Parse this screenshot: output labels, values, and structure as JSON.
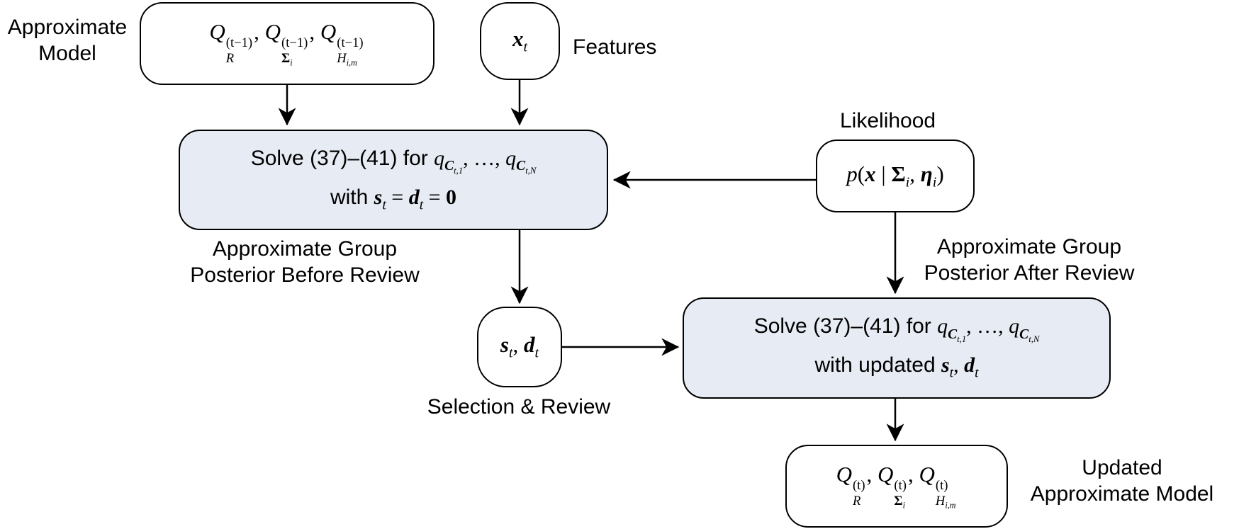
{
  "colors": {
    "background": "#ffffff",
    "text": "#000000",
    "box_border": "#000000",
    "shaded_box_fill": "#e7ebf3"
  },
  "labels": {
    "approx_model": "Approximate\nModel",
    "features": "Features",
    "likelihood": "Likelihood",
    "posterior_before": "Approximate Group\nPosterior Before Review",
    "posterior_after": "Approximate Group\nPosterior After Review",
    "selection_review": "Selection & Review",
    "updated_model": "Updated\nApproximate Model"
  },
  "formulas": {
    "model_prev": [
      {
        "k": "i",
        "v": "Q"
      },
      {
        "k": "stack",
        "sup": "(t−1)",
        "sub": [
          {
            "k": "i",
            "v": "R"
          }
        ]
      },
      {
        "k": "t",
        "v": ", "
      },
      {
        "k": "i",
        "v": "Q"
      },
      {
        "k": "stack",
        "sup": "(t−1)",
        "sub": [
          {
            "k": "bu",
            "v": "Σ"
          },
          {
            "k": "sub",
            "items": [
              {
                "k": "i",
                "v": "i"
              }
            ]
          }
        ]
      },
      {
        "k": "t",
        "v": ", "
      },
      {
        "k": "i",
        "v": "Q"
      },
      {
        "k": "stack",
        "sup": "(t−1)",
        "sub": [
          {
            "k": "i",
            "v": "H"
          },
          {
            "k": "sub",
            "items": [
              {
                "k": "i",
                "v": "i,m"
              }
            ]
          }
        ]
      }
    ],
    "model_new": [
      {
        "k": "i",
        "v": "Q"
      },
      {
        "k": "stack",
        "sup": "(t)",
        "sub": [
          {
            "k": "i",
            "v": "R"
          }
        ]
      },
      {
        "k": "t",
        "v": ", "
      },
      {
        "k": "i",
        "v": "Q"
      },
      {
        "k": "stack",
        "sup": "(t)",
        "sub": [
          {
            "k": "bu",
            "v": "Σ"
          },
          {
            "k": "sub",
            "items": [
              {
                "k": "i",
                "v": "i"
              }
            ]
          }
        ]
      },
      {
        "k": "t",
        "v": ", "
      },
      {
        "k": "i",
        "v": "Q"
      },
      {
        "k": "stack",
        "sup": "(t)",
        "sub": [
          {
            "k": "i",
            "v": "H"
          },
          {
            "k": "sub",
            "items": [
              {
                "k": "i",
                "v": "i,m"
              }
            ]
          }
        ]
      }
    ],
    "x_t": [
      {
        "k": "bi",
        "v": "x"
      },
      {
        "k": "sub",
        "items": [
          {
            "k": "i",
            "v": "t"
          }
        ]
      }
    ],
    "solve_line": [
      {
        "k": "s",
        "v": "Solve (37)–(41) for "
      },
      {
        "k": "i",
        "v": "q"
      },
      {
        "k": "sub",
        "items": [
          {
            "k": "bi",
            "v": "C"
          },
          {
            "k": "sub",
            "items": [
              {
                "k": "i",
                "v": "t,1"
              }
            ]
          }
        ]
      },
      {
        "k": "t",
        "v": ", …, "
      },
      {
        "k": "i",
        "v": "q"
      },
      {
        "k": "sub",
        "items": [
          {
            "k": "bi",
            "v": "C"
          },
          {
            "k": "sub",
            "items": [
              {
                "k": "i",
                "v": "t,N"
              }
            ]
          }
        ]
      }
    ],
    "with_zero": [
      {
        "k": "s",
        "v": "with "
      },
      {
        "k": "bi",
        "v": "s"
      },
      {
        "k": "sub",
        "items": [
          {
            "k": "i",
            "v": "t"
          }
        ]
      },
      {
        "k": "t",
        "v": " = "
      },
      {
        "k": "bi",
        "v": "d"
      },
      {
        "k": "sub",
        "items": [
          {
            "k": "i",
            "v": "t"
          }
        ]
      },
      {
        "k": "t",
        "v": " = "
      },
      {
        "k": "bu",
        "v": "0"
      }
    ],
    "with_updated": [
      {
        "k": "s",
        "v": "with updated "
      },
      {
        "k": "bi",
        "v": "s"
      },
      {
        "k": "sub",
        "items": [
          {
            "k": "i",
            "v": "t"
          }
        ]
      },
      {
        "k": "t",
        "v": ", "
      },
      {
        "k": "bi",
        "v": "d"
      },
      {
        "k": "sub",
        "items": [
          {
            "k": "i",
            "v": "t"
          }
        ]
      }
    ],
    "s_d": [
      {
        "k": "bi",
        "v": "s"
      },
      {
        "k": "sub",
        "items": [
          {
            "k": "i",
            "v": "t"
          }
        ]
      },
      {
        "k": "t",
        "v": ", "
      },
      {
        "k": "bi",
        "v": "d"
      },
      {
        "k": "sub",
        "items": [
          {
            "k": "i",
            "v": "t"
          }
        ]
      }
    ],
    "likelihood": [
      {
        "k": "i",
        "v": "p"
      },
      {
        "k": "t",
        "v": "("
      },
      {
        "k": "bi",
        "v": "x"
      },
      {
        "k": "t",
        "v": " | "
      },
      {
        "k": "bu",
        "v": "Σ"
      },
      {
        "k": "sub",
        "items": [
          {
            "k": "i",
            "v": "i"
          }
        ]
      },
      {
        "k": "t",
        "v": ", "
      },
      {
        "k": "bi",
        "v": "η"
      },
      {
        "k": "sub",
        "items": [
          {
            "k": "i",
            "v": "i"
          }
        ]
      },
      {
        "k": "t",
        "v": ")"
      }
    ]
  }
}
